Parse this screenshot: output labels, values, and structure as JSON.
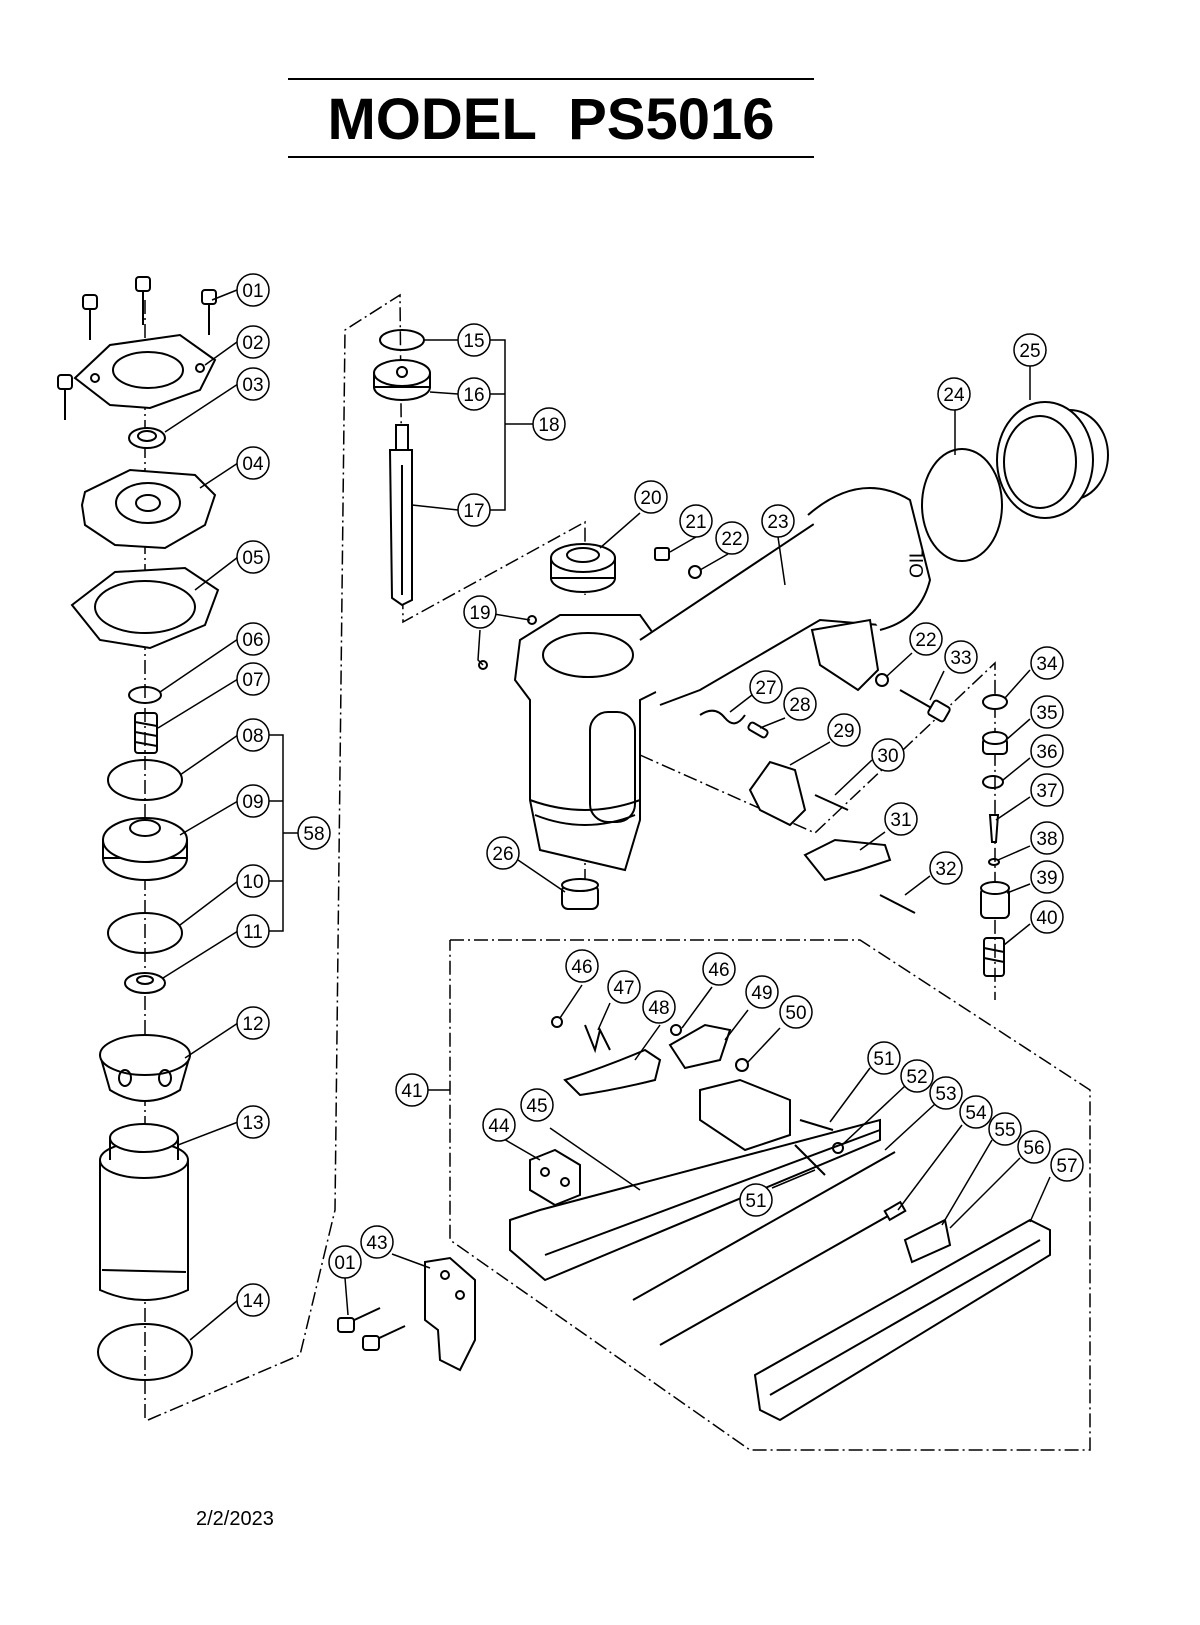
{
  "title": "MODEL  PS5016",
  "date": "2/2/2023",
  "callouts": [
    {
      "label": "01"
    },
    {
      "label": "02"
    },
    {
      "label": "03"
    },
    {
      "label": "04"
    },
    {
      "label": "05"
    },
    {
      "label": "06"
    },
    {
      "label": "07"
    },
    {
      "label": "08"
    },
    {
      "label": "09"
    },
    {
      "label": "10"
    },
    {
      "label": "11"
    },
    {
      "label": "12"
    },
    {
      "label": "13"
    },
    {
      "label": "14"
    },
    {
      "label": "58"
    },
    {
      "label": "15"
    },
    {
      "label": "16"
    },
    {
      "label": "17"
    },
    {
      "label": "18"
    },
    {
      "label": "19"
    },
    {
      "label": "20"
    },
    {
      "label": "21"
    },
    {
      "label": "22"
    },
    {
      "label": "23"
    },
    {
      "label": "24"
    },
    {
      "label": "25"
    },
    {
      "label": "22"
    },
    {
      "label": "33"
    },
    {
      "label": "27"
    },
    {
      "label": "28"
    },
    {
      "label": "29"
    },
    {
      "label": "30"
    },
    {
      "label": "31"
    },
    {
      "label": "32"
    },
    {
      "label": "26"
    },
    {
      "label": "34"
    },
    {
      "label": "35"
    },
    {
      "label": "36"
    },
    {
      "label": "37"
    },
    {
      "label": "38"
    },
    {
      "label": "39"
    },
    {
      "label": "40"
    },
    {
      "label": "46"
    },
    {
      "label": "47"
    },
    {
      "label": "48"
    },
    {
      "label": "46"
    },
    {
      "label": "49"
    },
    {
      "label": "50"
    },
    {
      "label": "51"
    },
    {
      "label": "52"
    },
    {
      "label": "53"
    },
    {
      "label": "54"
    },
    {
      "label": "55"
    },
    {
      "label": "56"
    },
    {
      "label": "57"
    },
    {
      "label": "41"
    },
    {
      "label": "44"
    },
    {
      "label": "45"
    },
    {
      "label": "51"
    },
    {
      "label": "01"
    },
    {
      "label": "43"
    }
  ],
  "part_markings": {
    "oil": "OIL"
  }
}
